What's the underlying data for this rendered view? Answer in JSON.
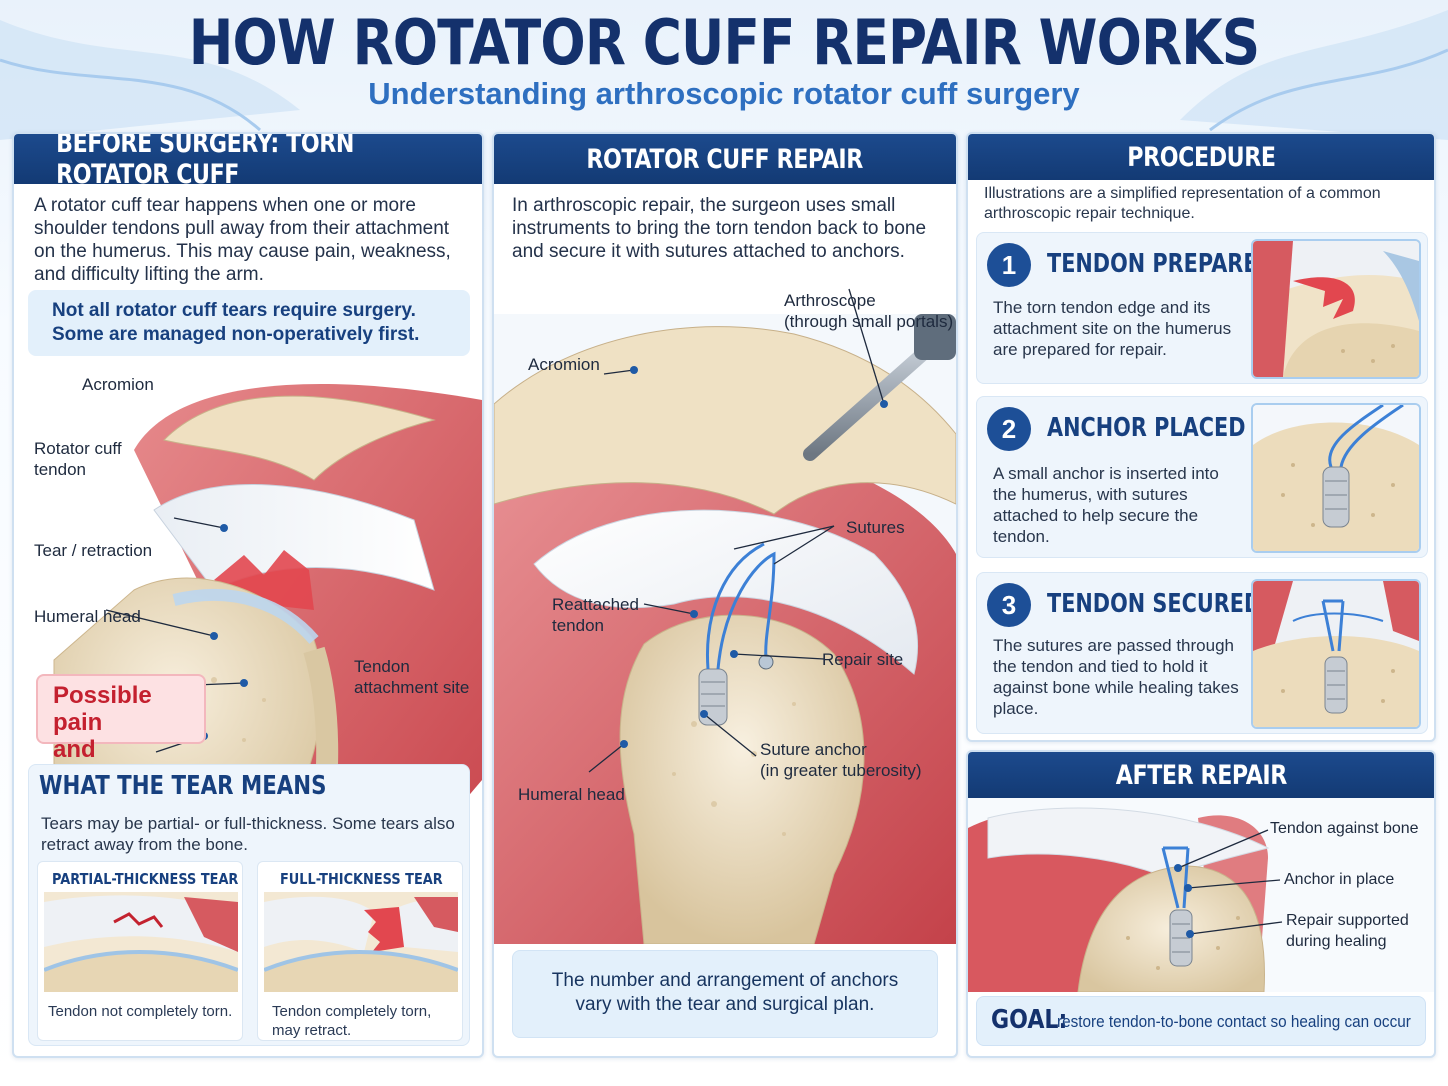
{
  "header": {
    "title": "HOW ROTATOR CUFF REPAIR WORKS",
    "subtitle": "Understanding arthroscopic rotator cuff surgery"
  },
  "before": {
    "heading": "BEFORE SURGERY: TORN ROTATOR CUFF",
    "intro": "A rotator cuff tear happens when one or more shoulder tendons pull away from their attachment on the humerus. This may cause pain, weakness, and difficulty lifting the arm.",
    "note": "Not all rotator cuff tears require surgery. Some are managed non-operatively first.",
    "labels": {
      "acromion": "Acromion",
      "tendon_1": "Rotator cuff",
      "tendon_2": "tendon",
      "tear": "Tear / retraction",
      "head": "Humeral head",
      "attach_1": "Tendon",
      "attach_2": "attachment site"
    },
    "pain_1": "Possible pain",
    "pain_2": "and weakness",
    "meaning": {
      "heading": "WHAT THE TEAR MEANS",
      "text": "Tears may be partial- or full-thickness. Some tears also retract away from the bone.",
      "partial_title": "PARTIAL-THICKNESS TEAR",
      "partial_caption": "Tendon not completely torn.",
      "full_title": "FULL-THICKNESS TEAR",
      "full_caption": "Tendon completely torn, may retract."
    }
  },
  "repair": {
    "heading": "ROTATOR CUFF REPAIR",
    "intro": "In arthroscopic repair, the surgeon uses small instruments to bring the torn tendon back to bone and secure it with sutures attached to anchors.",
    "labels": {
      "arthroscope_1": "Arthroscope",
      "arthroscope_2": "(through small portals)",
      "acromion": "Acromion",
      "sutures": "Sutures",
      "reattached_1": "Reattached",
      "reattached_2": "tendon",
      "site": "Repair site",
      "anchor_1": "Suture anchor",
      "anchor_2": "(in greater tuberosity)",
      "head": "Humeral head"
    },
    "footnote": "The number and arrangement of anchors vary with the tear and surgical plan."
  },
  "procedure": {
    "heading": "PROCEDURE",
    "intro": "Illustrations are a simplified representation of a common arthroscopic repair technique.",
    "steps": [
      {
        "num": "1",
        "title": "TENDON PREPARED",
        "text": "The torn tendon edge and its attachment site on the humerus are prepared for repair."
      },
      {
        "num": "2",
        "title": "ANCHOR PLACED",
        "text": "A small anchor is inserted into the humerus, with sutures attached to help secure the tendon."
      },
      {
        "num": "3",
        "title": "TENDON SECURED",
        "text": "The sutures are passed through the tendon and tied to hold it against bone while healing takes place."
      }
    ]
  },
  "after": {
    "heading": "AFTER REPAIR",
    "labels": {
      "contact": "Tendon against bone",
      "anchor": "Anchor in place",
      "support_1": "Repair supported",
      "support_2": "during healing"
    },
    "goal_label": "GOAL:",
    "goal_text": "restore tendon-to-bone contact so healing can occur"
  },
  "colors": {
    "navy": "#14316c",
    "accent_blue": "#2e6fc0",
    "tear_red": "#c4202f",
    "bone": "#efe3c8",
    "muscle": "#d9565c"
  }
}
